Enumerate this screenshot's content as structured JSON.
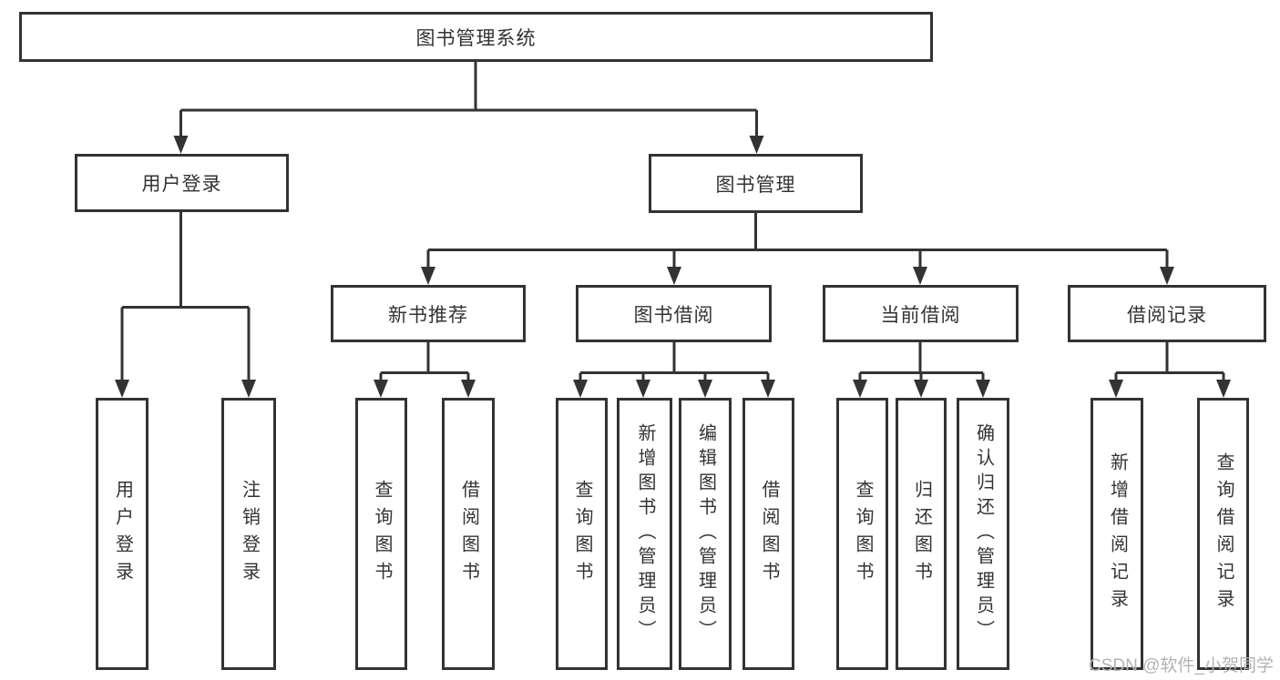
{
  "tree": {
    "root": {
      "label": "图书管理系统"
    },
    "branches": [
      {
        "label": "用户登录",
        "children": [
          {
            "label": "用户登录"
          },
          {
            "label": "注销登录"
          }
        ]
      },
      {
        "label": "图书管理",
        "children": [
          {
            "label": "新书推荐",
            "children": [
              {
                "label": "查询图书"
              },
              {
                "label": "借阅图书"
              }
            ]
          },
          {
            "label": "图书借阅",
            "children": [
              {
                "label": "查询图书"
              },
              {
                "label": "新增图书（管理员）"
              },
              {
                "label": "编辑图书（管理员）"
              },
              {
                "label": "借阅图书"
              }
            ]
          },
          {
            "label": "当前借阅",
            "children": [
              {
                "label": "查询图书"
              },
              {
                "label": "归还图书"
              },
              {
                "label": "确认归还（管理员）"
              }
            ]
          },
          {
            "label": "借阅记录",
            "children": [
              {
                "label": "新增借阅记录"
              },
              {
                "label": "查询借阅记录"
              }
            ]
          }
        ]
      }
    ]
  },
  "watermark": "CSDN @软件_小贺同学",
  "colors": {
    "line": "#333333",
    "text": "#333333",
    "background": "#ffffff",
    "watermark_text": "#b3b3b3"
  }
}
